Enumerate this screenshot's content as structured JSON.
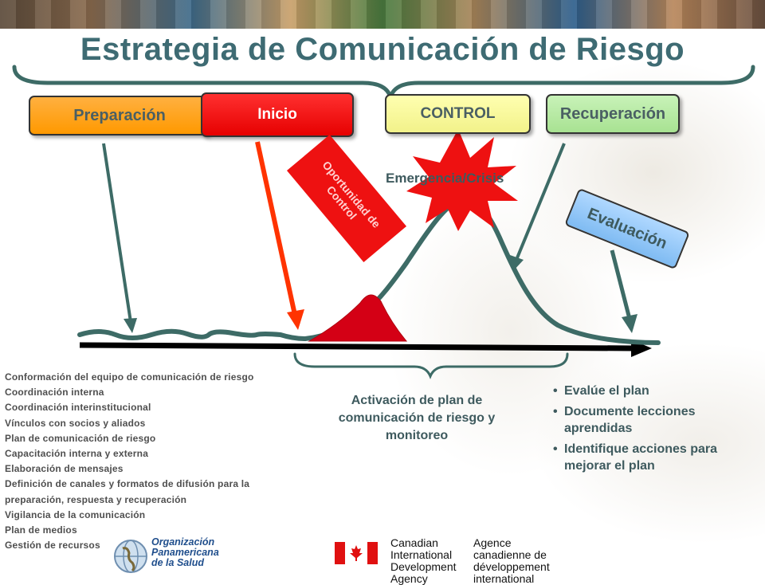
{
  "title": "Estrategia de Comunicación de Riesgo",
  "phases": {
    "preparacion": "Preparación",
    "inicio": "Inicio",
    "control": "CONTROL",
    "recuperacion": "Recuperación"
  },
  "emergency_label": "Emergencia/Crisis",
  "oportunidad_label": "Oportunidad de Control",
  "evaluacion_label": "Evaluación",
  "preparation_items": [
    "Conformación del equipo de comunicación de riesgo",
    "Coordinación  interna",
    "Coordinación interinstitucional",
    "Vínculos con socios y aliados",
    "Plan de comunicación de riesgo",
    "Capacitación interna y externa",
    "Elaboración de mensajes",
    "Definición de  canales y formatos de difusión para la",
    "preparación,  respuesta  y  recuperación",
    "Vigilancia de la comunicación",
    "Plan de medios",
    "Gestión de recursos"
  ],
  "activation_text": "Activación de plan de comunicación de riesgo y monitoreo",
  "evaluation_bullets": [
    "Evalúe el plan",
    "Documente lecciones aprendidas",
    "Identifique acciones para mejorar el plan"
  ],
  "bullet_glyph": "•",
  "footer": {
    "ops_logo_text": [
      "Organización",
      "Panamericana",
      "de la Salud"
    ],
    "cida_en": [
      "Canadian",
      "International",
      "Development",
      "Agency"
    ],
    "cida_fr": [
      "Agence",
      "canadienne de",
      "développement",
      "international"
    ]
  },
  "colors": {
    "title": "#3e6b73",
    "preparacion": "#ff9900",
    "inicio": "#e60000",
    "control": "#f2f28a",
    "recuperacion": "#a8e292",
    "evaluacion": "#7fbbf2",
    "curve": "#3d6b66",
    "arrow_red": "#ff3300",
    "timeline": "#000000"
  },
  "icons": [
    "burst-icon",
    "canada-flag-icon",
    "globe-icon"
  ]
}
